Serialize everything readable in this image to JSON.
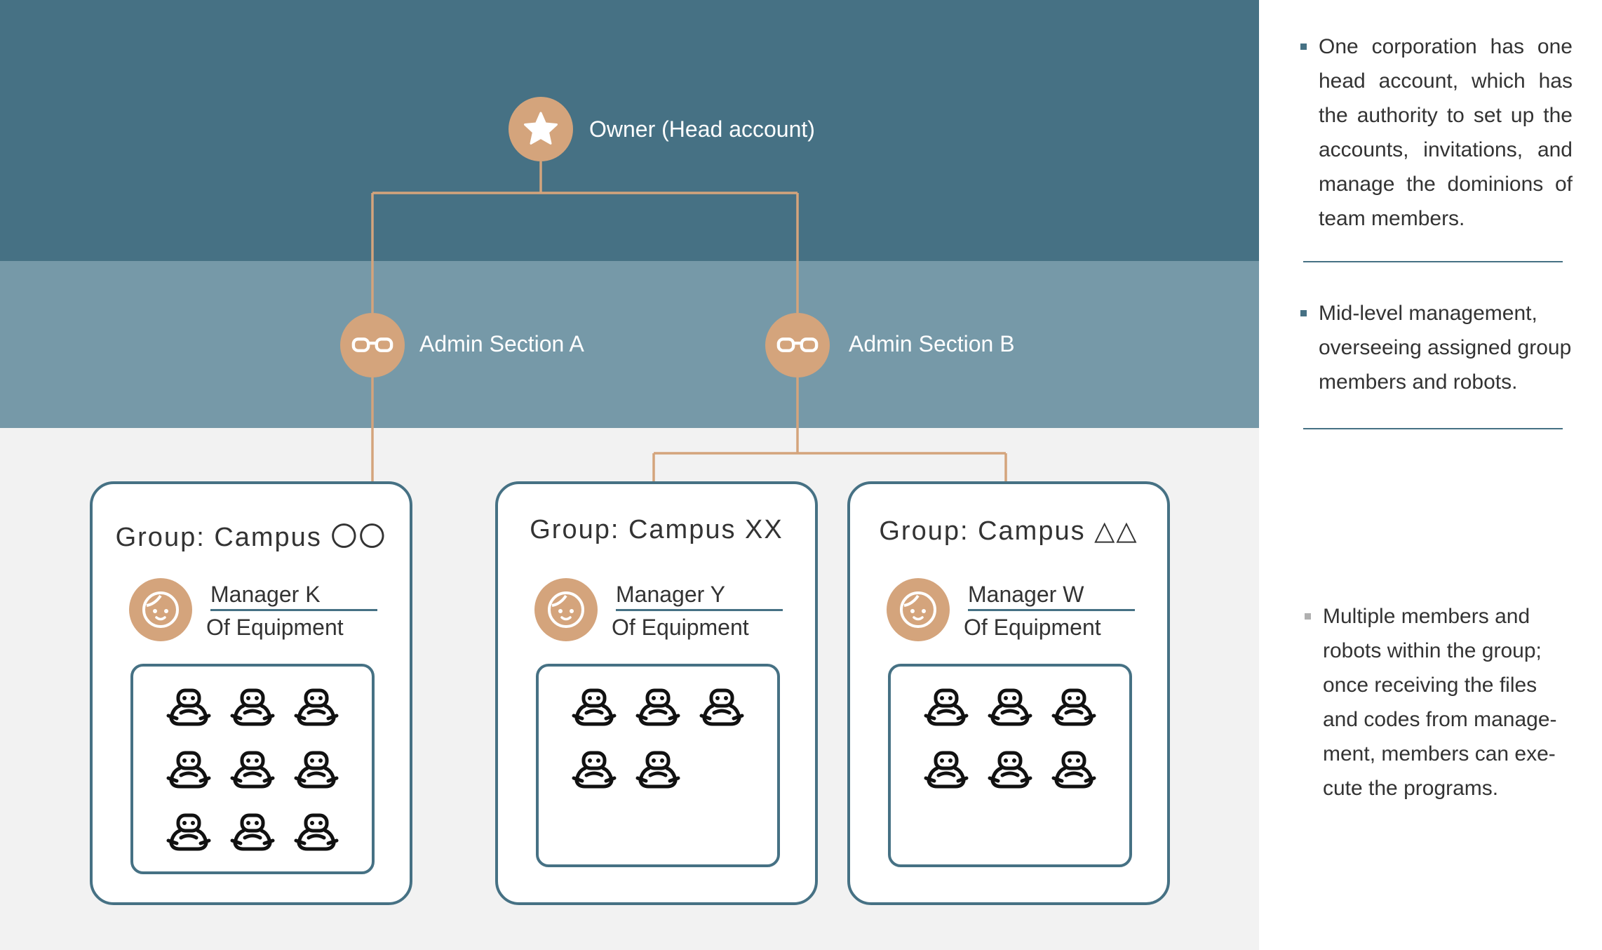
{
  "owner": {
    "label": "Owner (Head account)",
    "icon": "star-icon"
  },
  "admins": [
    {
      "label": "Admin Section A",
      "icon": "glasses-icon"
    },
    {
      "label": "Admin Section B",
      "icon": "glasses-icon"
    }
  ],
  "groups": [
    {
      "title": "Group: Campus 〇〇",
      "manager": "Manager K",
      "role": "Of Equipment",
      "robots": 9
    },
    {
      "title": "Group: Campus XX",
      "manager": "Manager Y",
      "role": "Of Equipment",
      "robots": 5
    },
    {
      "title": "Group: Campus △△",
      "manager": "Manager W",
      "role": "Of Equipment",
      "robots": 6
    }
  ],
  "notes": {
    "owner": "One corporation has one head account, which has the authority to set up the accounts, invitations, and manage the dominions of team members.",
    "admin": "Mid-level management, overseeing assigned group members and robots.",
    "group": "Multiple members and robots within the group; once receiving the files and codes from manage-ment, members can exe-cute the programs."
  },
  "colors": {
    "top_band": "#467184",
    "mid_band": "#7699a8",
    "bottom_band": "#f2f2f2",
    "node": "#d4a47c",
    "connector": "#d4a47c"
  }
}
